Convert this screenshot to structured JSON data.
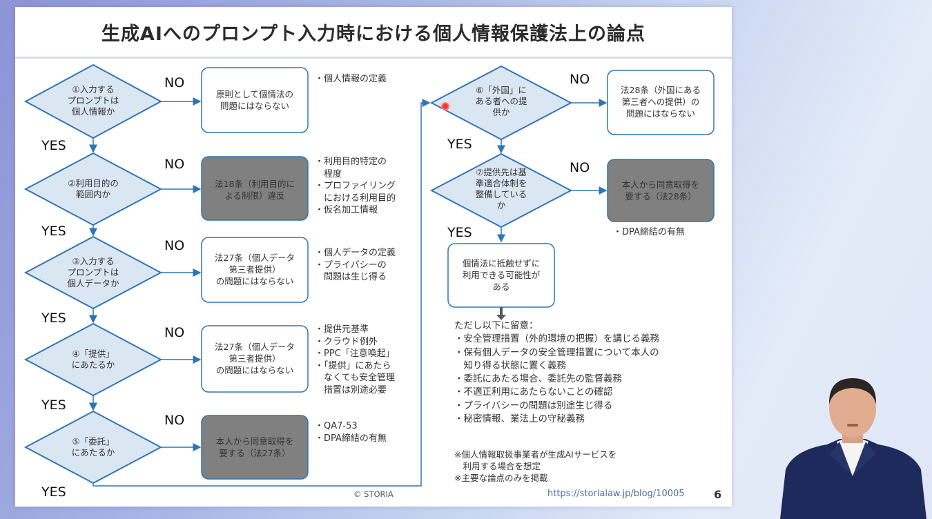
{
  "title": "生成AIへのプロンプト入力時における個人情報保護法上の論点",
  "labels": {
    "yes": "YES",
    "no": "NO"
  },
  "left": {
    "d1": [
      "①入力する",
      "プロンプトは",
      "個人情報か"
    ],
    "d2": [
      "②利用目的の",
      "範囲内か"
    ],
    "d3": [
      "③入力する",
      "プロンプトは",
      "個人データか"
    ],
    "d4": [
      "④「提供」",
      "にあたるか"
    ],
    "d5": [
      "⑤「委託」",
      "にあたるか"
    ],
    "b1": [
      "原則として個情法の",
      "問題にはならない"
    ],
    "b2": [
      "法18条（利用目的に",
      "よる制限）違反"
    ],
    "b3": [
      "法27条（個人データ",
      "第三者提供）",
      "の問題にはならない"
    ],
    "b4": [
      "法27条（個人データ",
      "第三者提供）",
      "の問題にはならない"
    ],
    "b5": [
      "本人から同意取得を",
      "要する（法27条）"
    ],
    "n1": [
      "・個人情報の定義"
    ],
    "n2": [
      "・利用目的特定の",
      "　程度",
      "・プロファイリング",
      "　における利用目的",
      "・仮名加工情報"
    ],
    "n3": [
      "・個人データの定義",
      "・プライバシーの",
      "　問題は生じ得る"
    ],
    "n4": [
      "・提供元基準",
      "・クラウド例外",
      "・PPC「注意喚起」",
      "・「提供」にあたら",
      "　なくても安全管理",
      "　措置は別途必要"
    ],
    "n5": [
      "・QA7-53",
      "・DPA締結の有無"
    ]
  },
  "right": {
    "d6": [
      "⑥「外国」に",
      "ある者への提",
      "供か"
    ],
    "d7": [
      "⑦提供先は基",
      "準適合体制を",
      "整備している",
      "か"
    ],
    "b6": [
      "法28条（外国にある",
      "第三者への提供）の",
      "問題にはならない"
    ],
    "b7": [
      "本人から同意取得を",
      "要する（法28条）"
    ],
    "n7": [
      "・DPA締結の有無"
    ],
    "result": [
      "個情法に抵触せずに",
      "利用できる可能性が",
      "ある"
    ],
    "caveat_head": "ただし以下に留意：",
    "caveats": [
      "・安全管理措置（外的環境の把握）を講じる義務",
      "・保有個人データの安全管理措置について本人の",
      "　知り得る状態に置く義務",
      "・委託にあたる場合、委託先の監督義務",
      "・不適正利用にあたらないことの確認",
      "・プライバシーの問題は別途生じ得る",
      "・秘密情報、業法上の守秘義務"
    ],
    "footnotes": [
      "※個人情報取扱事業者が生成AIサービスを",
      "　利用する場合を想定",
      "※主要な論点のみを掲載"
    ]
  },
  "footer": {
    "copyright": "© STORIA",
    "url": "https://storialaw.jp/blog/10005",
    "page": "6"
  },
  "colors": {
    "diamond_fill": "#dbe6f3",
    "diamond_stroke": "#2e75b6",
    "box_stroke": "#2e75b6",
    "gray_box": "#7f7f7f",
    "arrow": "#2e75b6"
  }
}
